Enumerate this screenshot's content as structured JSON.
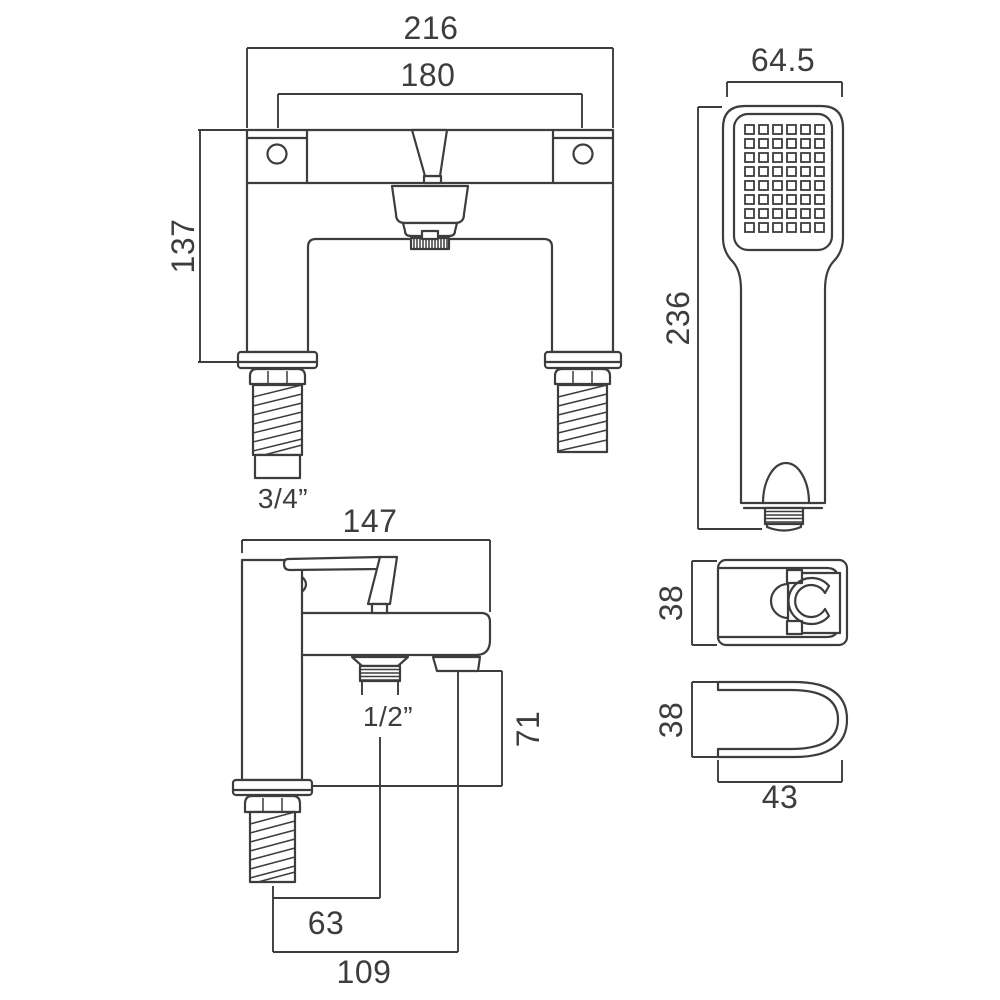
{
  "front_view": {
    "overall_width": "216",
    "hole_centers": "180",
    "body_height": "137",
    "tail_thread": "3/4”"
  },
  "handset_view": {
    "head_width": "64.5",
    "length": "236"
  },
  "side_view": {
    "depth": "147",
    "spout_thread": "1/2”",
    "shower_outlet_height": "71",
    "spout_offset": "63",
    "shower_outlet_offset": "109"
  },
  "bracket_view": {
    "top_depth": "38",
    "front_height": "38",
    "width": "43"
  }
}
